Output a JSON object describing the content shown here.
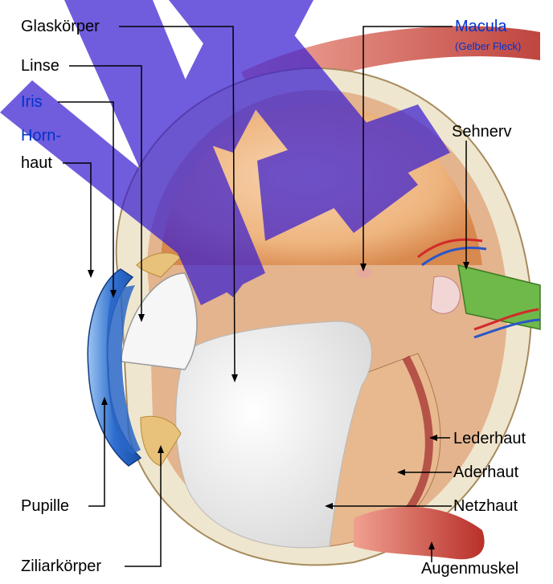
{
  "labels": {
    "glaskoerper": "Glaskörper",
    "linse": "Linse",
    "iris": "Iris",
    "hornhaut_1": "Horn-",
    "hornhaut_2": "haut",
    "macula": "Macula",
    "gelber_fleck": "(Gelber Fleck)",
    "sehnerv": "Sehnerv",
    "lederhaut": "Lederhaut",
    "aderhaut": "Aderhaut",
    "netzhaut": "Netzhaut",
    "pupille": "Pupille",
    "ziliarkoerper": "Ziliarkörper",
    "augenmuskel": "Augenmuskel"
  },
  "colors": {
    "label_text": "#000000",
    "label_text_highlight": "#0033cc",
    "watermark": "#3a1fd0",
    "sclera": "#eae0c8",
    "retina": "#f0b98a",
    "cornea": "#2f6fd0",
    "vitreous": "#f5f5f5",
    "muscle": "#c0392b",
    "optic_nerve": "#4caf50"
  }
}
